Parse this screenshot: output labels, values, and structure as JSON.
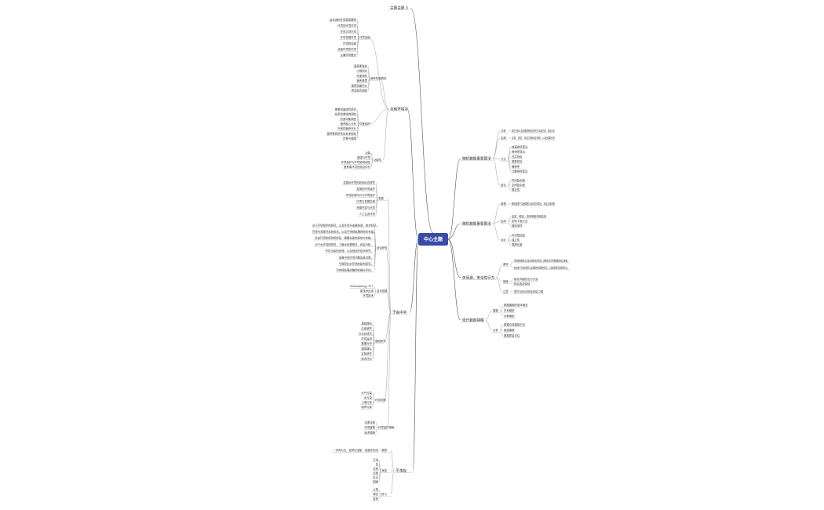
{
  "center": {
    "label": "中心主题",
    "color": "#3a4aa7"
  },
  "colors": {
    "line": "#555555",
    "text": "#333333"
  },
  "branches": {
    "top": {
      "label": "主题主题 3"
    },
    "jiangxi": {
      "label": "亲植环境学",
      "subs": [
        {
          "label": "环境设施",
          "items": [
            "技术选的环境是是要得",
            "环境的环境环境",
            "环境计划环境",
            "环境发展环境",
            "环境的设施",
            "设施环境的环境",
            "主要环境整合"
          ]
        },
        {
          "label": "营养机能调查",
          "items": [
            "营养素吸收",
            "小组测试",
            "代谢调查",
            "营养素表",
            "营养机能评价",
            "情况综合调查"
          ]
        },
        {
          "label": "饮食结构",
          "items": [
            "美食质量综合研究",
            "在家饮食结构调查",
            "饮食均衡调查",
            "营养摄入分析",
            "外食的营养评价",
            "营养素的供给及安全指标",
            "饮食与健康"
          ]
        },
        {
          "label": "功能性",
          "items": [
            "功能",
            "健康与环境",
            "环境保护与环境影响调查",
            "营养素环境的综合评价"
          ]
        }
      ]
    },
    "ziran": {
      "label": "子高中学",
      "subs": [
        {
          "label": "发展",
          "items": [
            "发展对环境的影响综合研究",
            "发展的环境保护",
            "环境影响评价与环境保护",
            "环境与发展协调",
            "资源开发与环境",
            "人工生态环境"
          ]
        },
        {
          "label": "综合研究",
          "items": [
            "对于环境保护的研究，以及环境与发展协调，综合研究。",
            "环境与资源开发的关系，以及可持续发展的综合考量。",
            "生态环境的保护和修复，需要全面的规划与实施。",
            "对于水环境的研究，了解水资源情况，综合分析。",
            "环境污染的处理，以及相关的技术研究。",
            "发展中的环境问题及其对策。",
            "气候变化对环境的影响研究。",
            "可持续发展战略的实施与评估。"
          ]
        },
        {
          "label": "技术进展",
          "items": [
            "Methodology FFT",
            "新技术应用",
            "环境技术"
          ]
        },
        {
          "label": "基础研究",
          "items": [
            "基础理论",
            "应用研究",
            "方法论研究",
            "环境监测",
            "数据分析",
            "模型建立",
            "实验研究",
            "综合评价"
          ]
        },
        {
          "label": "环境问题",
          "items": [
            "大气污染",
            "水污染",
            "土壤污染",
            "噪声污染"
          ]
        },
        {
          "label": "环境保护措施",
          "items": [
            "法律法规",
            "环境管理",
            "技术措施"
          ]
        }
      ]
    },
    "bujing": {
      "label": "不净观",
      "subs": [
        {
          "label": "观想",
          "items": [
            "一切有为法，如梦幻泡影，如露亦如电"
          ]
        },
        {
          "label": "净观",
          "items": [
            "不净",
            "苦",
            "无常",
            "无我",
            "生灭",
            "因缘"
          ]
        },
        {
          "label": "修习",
          "items": [
            "止观",
            "禅定",
            "智慧"
          ]
        }
      ]
    },
    "right1": {
      "label": "随机数据重要算法",
      "subs": [
        {
          "label": "分析",
          "items": [
            "算法分析以及详细说明综合研究与实施方案，综合评价"
          ]
        },
        {
          "label": "实施",
          "items": [
            "实现、测试、评估方案综合说明，以及结果分析"
          ]
        },
        {
          "label": "方法",
          "items": [
            "快速排序算法",
            "堆排序算法",
            "归并排序",
            "基数排序",
            "桶排序",
            "计数排序算法"
          ]
        },
        {
          "label": "结论",
          "items": [
            "时间复杂度",
            "空间复杂度",
            "稳定性"
          ]
        }
      ]
    },
    "right2": {
      "label": "随机数据重要算法",
      "subs": [
        {
          "label": "原理",
          "items": [
            "随机数据产生器原理以及相关的算法，综合应用说明"
          ]
        },
        {
          "label": "应用",
          "items": [
            "加密、模拟、游戏等各领域应用",
            "蒙特卡洛方法",
            "随机采样"
          ]
        },
        {
          "label": "评价",
          "items": [
            "均匀性检验",
            "独立性",
            "周期长度"
          ]
        }
      ]
    },
    "right3": {
      "label": "休闲游，安全性行为",
      "subs": [
        {
          "label": "原则",
          "items": [
            "休闲旅游原则以及安全性的综合考虑，游客在出行时需要做好充分准备。",
            "安全性行为综合规范以及游客的自我保护意识，以及紧急情况的处理方法。"
          ]
        },
        {
          "label": "措施",
          "items": [
            "制定详细的出行计划",
            "购买旅游保险"
          ]
        },
        {
          "label": "注意",
          "items": [
            "遵守当地法规及风俗习惯"
          ]
        }
      ]
    },
    "right4": {
      "label": "现代数据建模",
      "subs": [
        {
          "label": "建模",
          "items": [
            "数据建模的基本概念",
            "关系模型",
            "对象模型"
          ]
        },
        {
          "label": "分析",
          "items": [
            "数据仓库建模方法",
            "维度建模",
            "数据质量评估"
          ]
        }
      ]
    }
  }
}
